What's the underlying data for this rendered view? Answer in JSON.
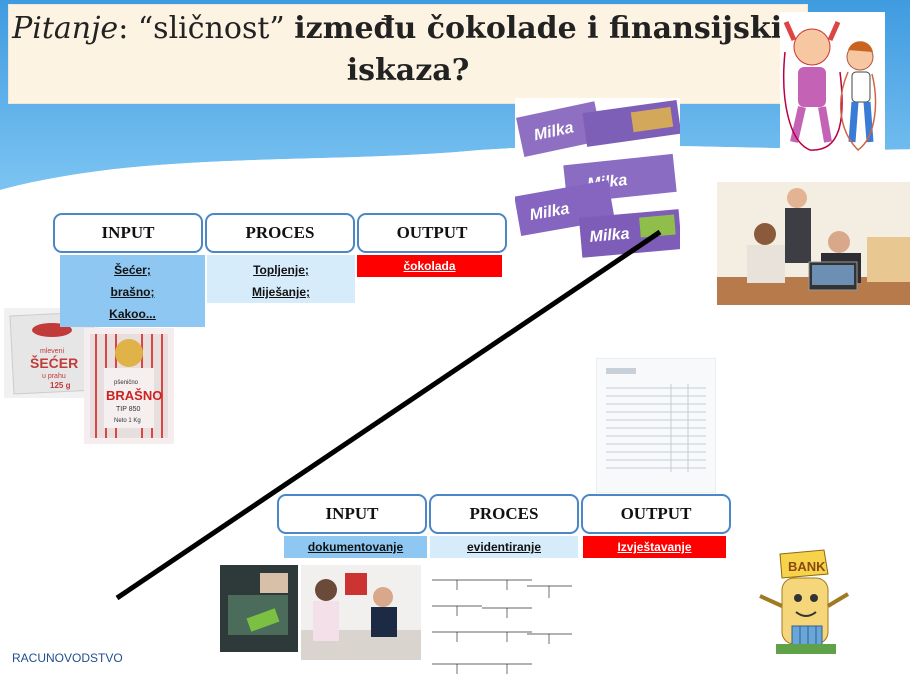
{
  "title": {
    "part1_italic": "Pitanje",
    "part2": ": “sličnost” ",
    "part3_bold": "između čokolade i finansijskih iskaza?"
  },
  "chocolate_process": {
    "headers": [
      "INPUT",
      "PROCES",
      "OUTPUT"
    ],
    "input_items": [
      "Šećer;",
      "brašno;",
      "Kakoo..."
    ],
    "process_items": [
      "Topljenje;",
      "Miješanje;"
    ],
    "output_item": "čokolada"
  },
  "accounting_process": {
    "headers": [
      "INPUT",
      "PROCES",
      "OUTPUT"
    ],
    "input_item": "dokumentovanje",
    "process_item": "evidentiranje",
    "output_item": "Izvještavanje"
  },
  "images": {
    "sugar_pack_text": [
      "mleveni",
      "ŠEĆER",
      "u prahu",
      "125 g"
    ],
    "flour_pack_text": [
      "pšenično",
      "BRAŠNO",
      "TIP 850",
      "Neto 1 Kg"
    ],
    "chocolate_brand": "Milka",
    "bank_sign": "BANK"
  },
  "footer": "RACUNOVODSTVO",
  "colors": {
    "accent_blue": "#4a86c8",
    "output_red": "#ff0000",
    "input_blue": "#8ec8f2",
    "process_light": "#d6ecfb"
  }
}
